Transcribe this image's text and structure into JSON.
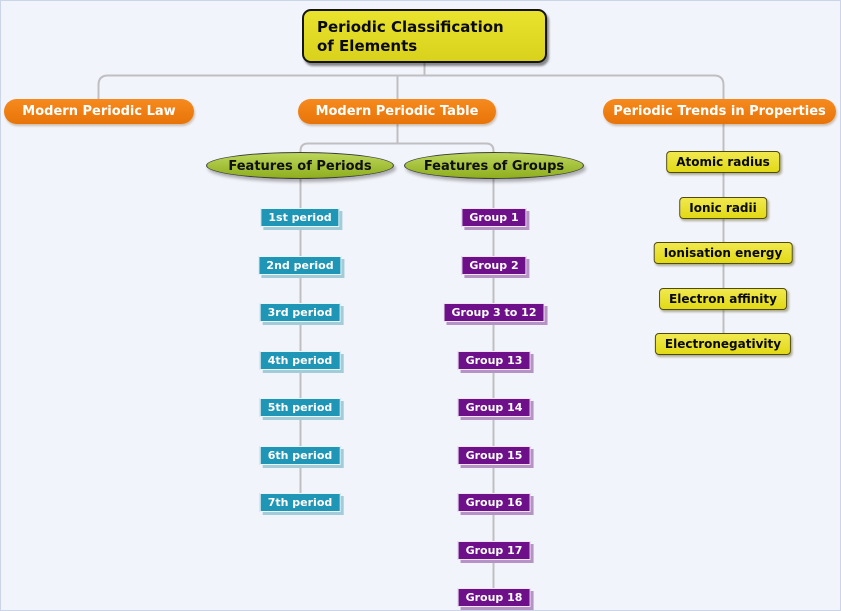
{
  "title": "Periodic Classification of Elements",
  "root": {
    "label": "Periodic Classification\nof Elements"
  },
  "branches": {
    "law": {
      "label": "Modern Periodic Law"
    },
    "table": {
      "label": "Modern Periodic Table",
      "children": {
        "periods": {
          "label": "Features of Periods",
          "items": [
            {
              "label": "1st period"
            },
            {
              "label": "2nd period"
            },
            {
              "label": "3rd period"
            },
            {
              "label": "4th period"
            },
            {
              "label": "5th period"
            },
            {
              "label": "6th period"
            },
            {
              "label": "7th period"
            }
          ]
        },
        "groups": {
          "label": "Features of Groups",
          "items": [
            {
              "label": "Group 1"
            },
            {
              "label": "Group 2"
            },
            {
              "label": "Group 3 to 12"
            },
            {
              "label": "Group 13"
            },
            {
              "label": "Group 14"
            },
            {
              "label": "Group 15"
            },
            {
              "label": "Group 16"
            },
            {
              "label": "Group 17"
            },
            {
              "label": "Group 18"
            }
          ]
        }
      }
    },
    "trends": {
      "label": "Periodic Trends in Properties",
      "items": [
        {
          "label": "Atomic radius"
        },
        {
          "label": "Ionic radii"
        },
        {
          "label": "Ionisation energy"
        },
        {
          "label": "Electron affinity"
        },
        {
          "label": "Electronegativity"
        }
      ]
    }
  },
  "colors": {
    "background": "#f2f4fb",
    "root_fill": "#ded724",
    "branch_fill": "#ee7c10",
    "subtopic_fill": "#a2c032",
    "period_fill": "#1f96b5",
    "group_fill": "#6d1089",
    "trend_fill": "#e7df2b",
    "connector": "#bfbfc3"
  }
}
